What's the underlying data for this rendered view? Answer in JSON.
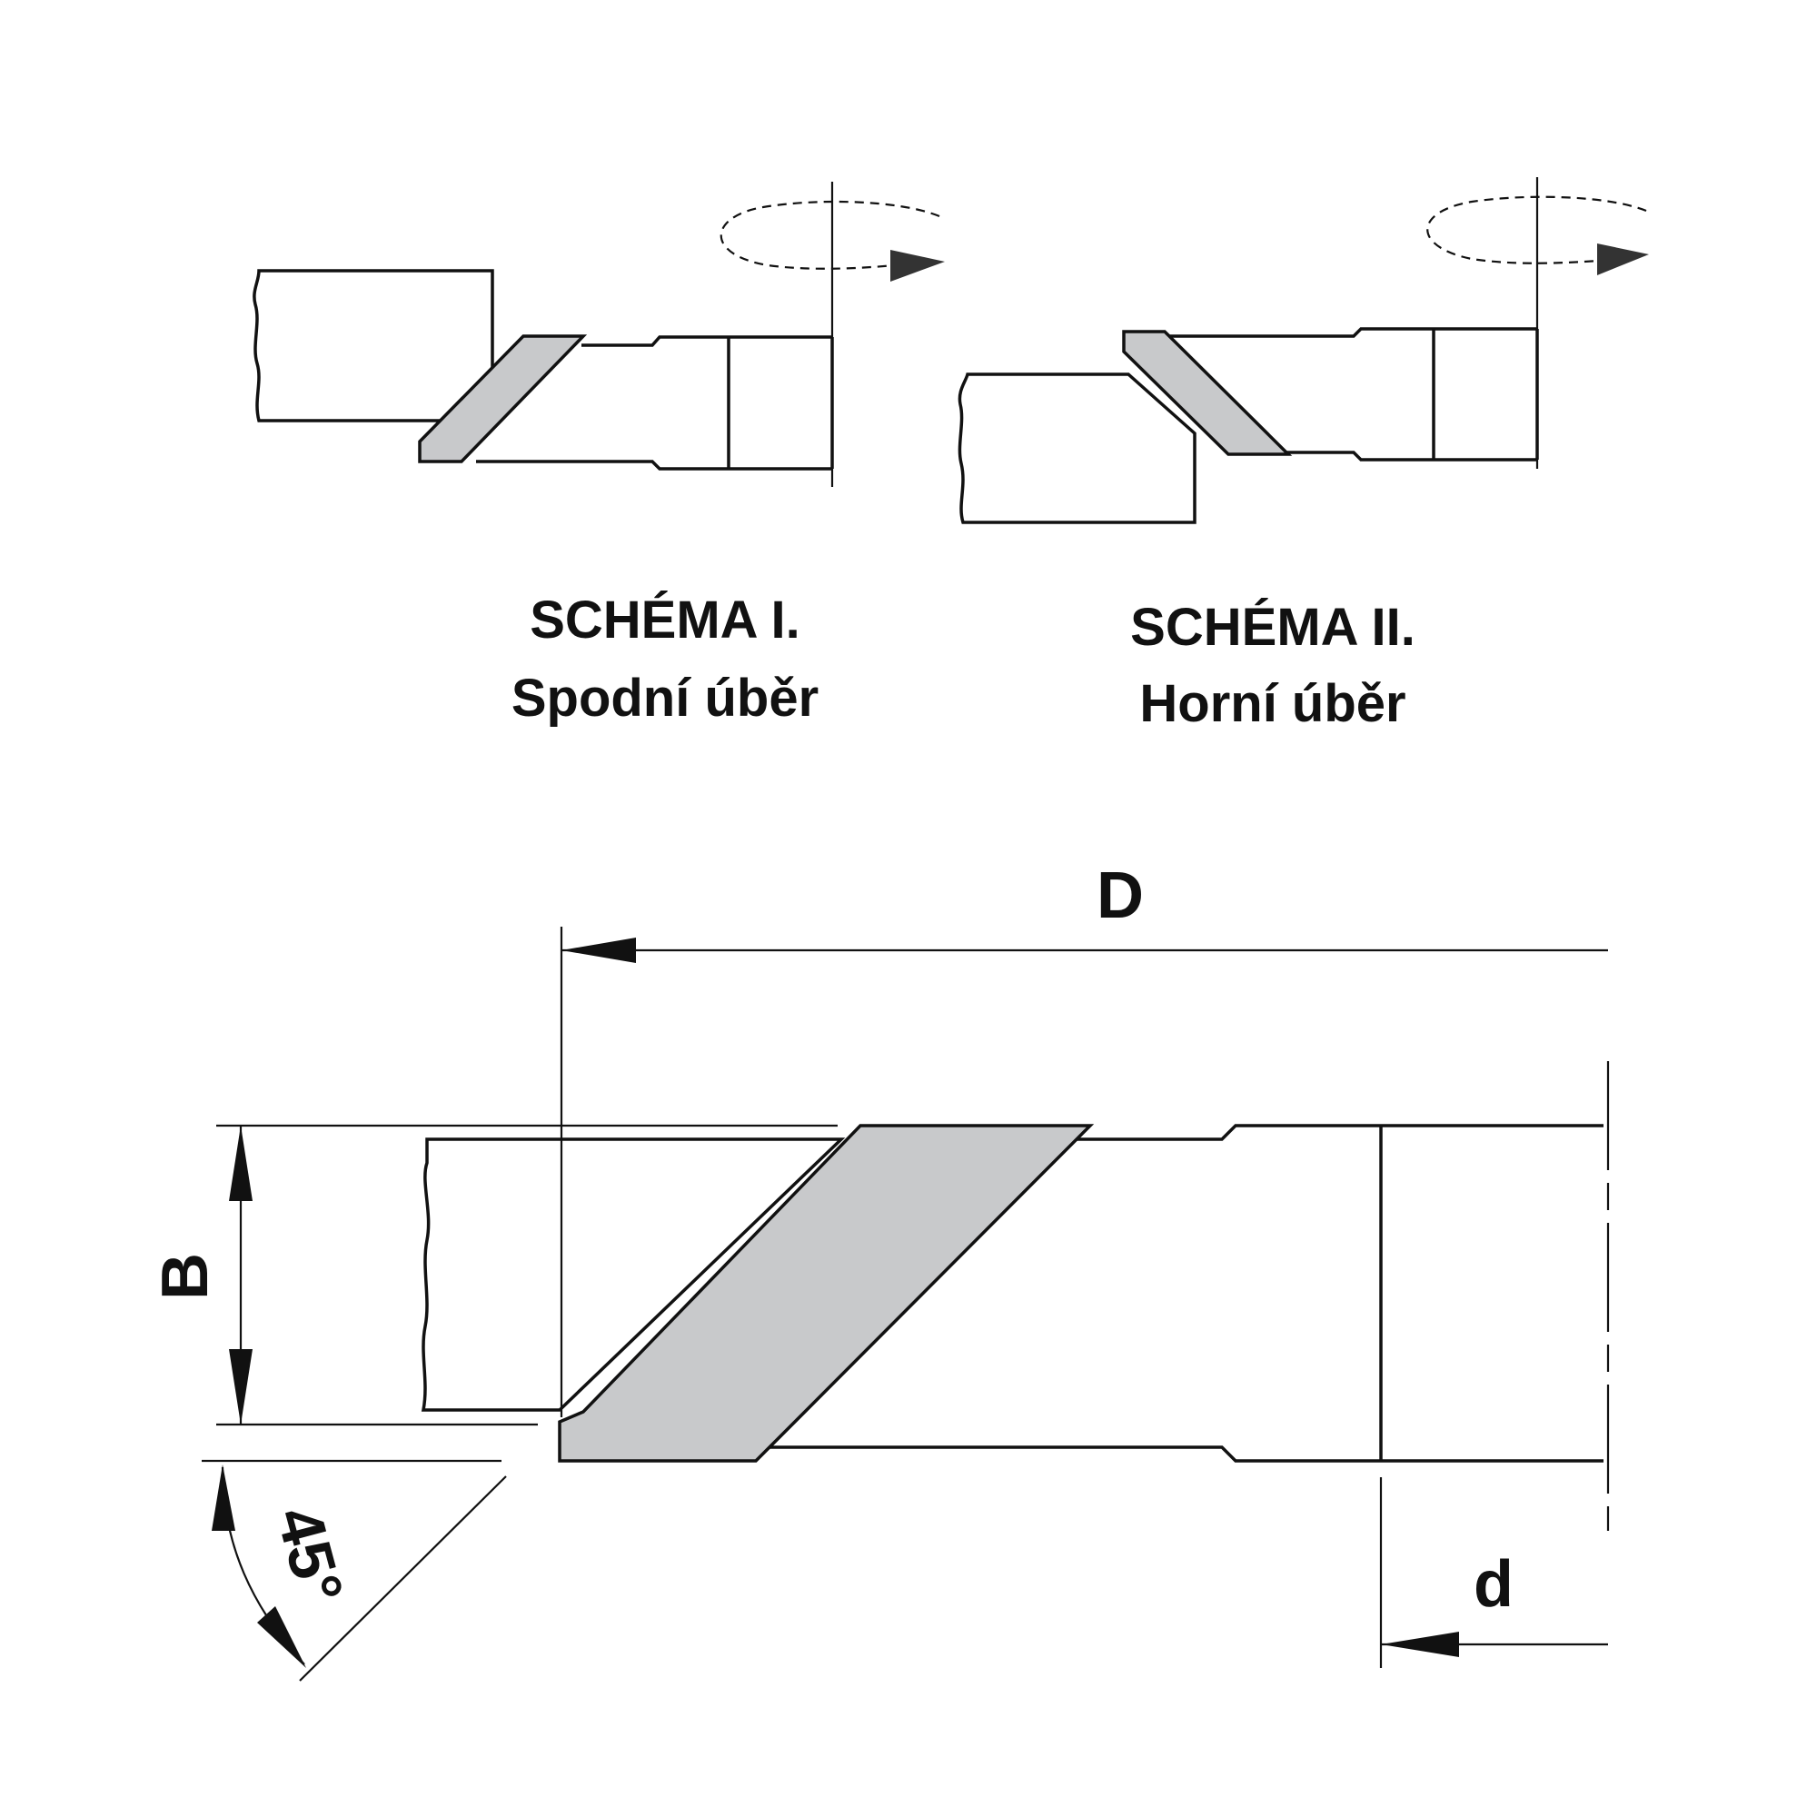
{
  "schema_1": {
    "title": "SCHÉMA I.",
    "subtitle": "Spodní úběr"
  },
  "schema_2": {
    "title": "SCHÉMA II.",
    "subtitle": "Horní úběr"
  },
  "dimensions": {
    "D": "D",
    "d": "d",
    "B": "B",
    "angle": "45°"
  },
  "colors": {
    "insert_fill": "#c8c9cb",
    "line": "#111111",
    "rotation_arrow": "#333333"
  }
}
